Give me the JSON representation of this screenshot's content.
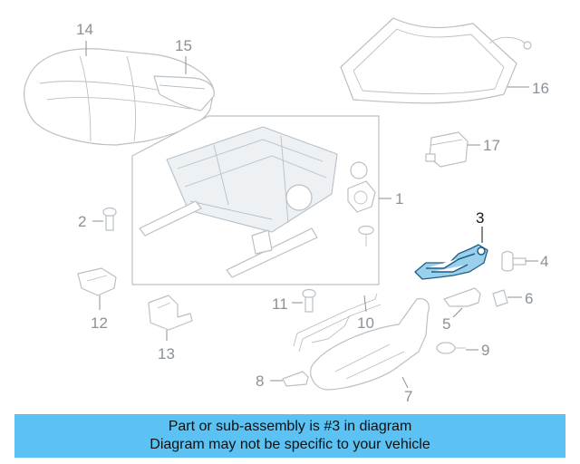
{
  "diagram": {
    "callouts": {
      "c1": "1",
      "c2": "2",
      "c3": "3",
      "c4": "4",
      "c5": "5",
      "c6": "6",
      "c7": "7",
      "c8": "8",
      "c9": "9",
      "c10": "10",
      "c11": "11",
      "c12": "12",
      "c13": "13",
      "c14": "14",
      "c15": "15",
      "c16": "16",
      "c17": "17"
    },
    "highlighted_part": "3",
    "colors": {
      "highlight": "#9bd0ec",
      "highlight_stroke": "#1c5f86",
      "line_art": "#b9c0c6",
      "callout_text": "#8a9197"
    }
  },
  "banner": {
    "line1": "Part or sub-assembly is #3 in diagram",
    "line2": "Diagram may not be specific to your vehicle",
    "background": "#5bc2f3"
  }
}
